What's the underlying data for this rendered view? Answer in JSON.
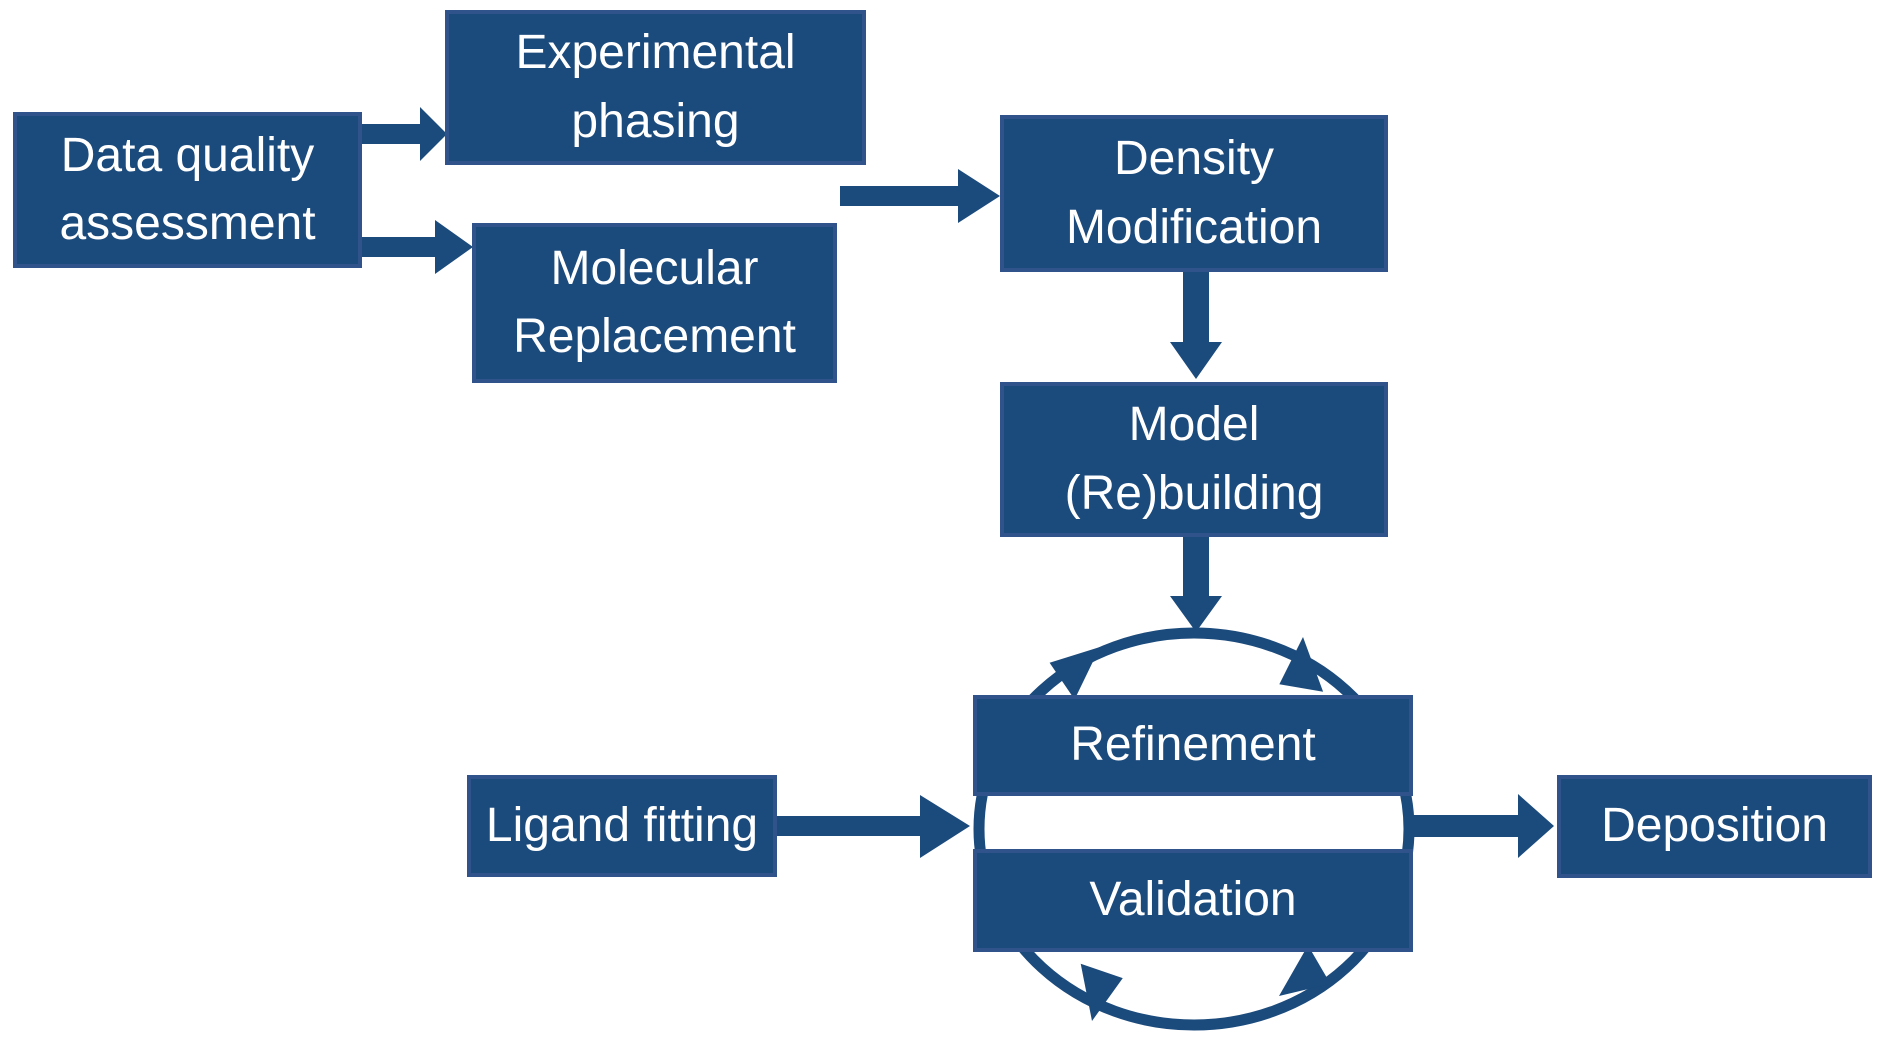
{
  "diagram": {
    "description": "Crystallography structure-solution workflow flowchart",
    "colors": {
      "box_fill": "#1b4a7c",
      "box_border": "#30538c",
      "arrow": "#1b4a7c",
      "text": "#ffffff",
      "background": "#ffffff"
    },
    "nodes": [
      {
        "id": "data-quality",
        "label": "Data quality\nassessment"
      },
      {
        "id": "experimental-phasing",
        "label": "Experimental\nphasing"
      },
      {
        "id": "molecular-replacement",
        "label": "Molecular\nReplacement"
      },
      {
        "id": "density-modification",
        "label": "Density\nModification"
      },
      {
        "id": "model-rebuilding",
        "label": "Model\n(Re)building"
      },
      {
        "id": "ligand-fitting",
        "label": "Ligand fitting"
      },
      {
        "id": "refinement",
        "label": "Refinement"
      },
      {
        "id": "validation",
        "label": "Validation"
      },
      {
        "id": "deposition",
        "label": "Deposition"
      }
    ],
    "edges": [
      {
        "from": "Data quality assessment",
        "to": "Experimental phasing"
      },
      {
        "from": "Data quality assessment",
        "to": "Molecular Replacement"
      },
      {
        "from": "Experimental phasing / Molecular Replacement",
        "to": "Density Modification"
      },
      {
        "from": "Density Modification",
        "to": "Model (Re)building"
      },
      {
        "from": "Model (Re)building",
        "to": "Refinement-Validation cycle"
      },
      {
        "from": "Ligand fitting",
        "to": "Refinement-Validation cycle"
      },
      {
        "from": "Refinement-Validation cycle",
        "to": "Deposition"
      },
      {
        "cycle": "Refinement <-> Validation (circular arrows)"
      }
    ]
  }
}
